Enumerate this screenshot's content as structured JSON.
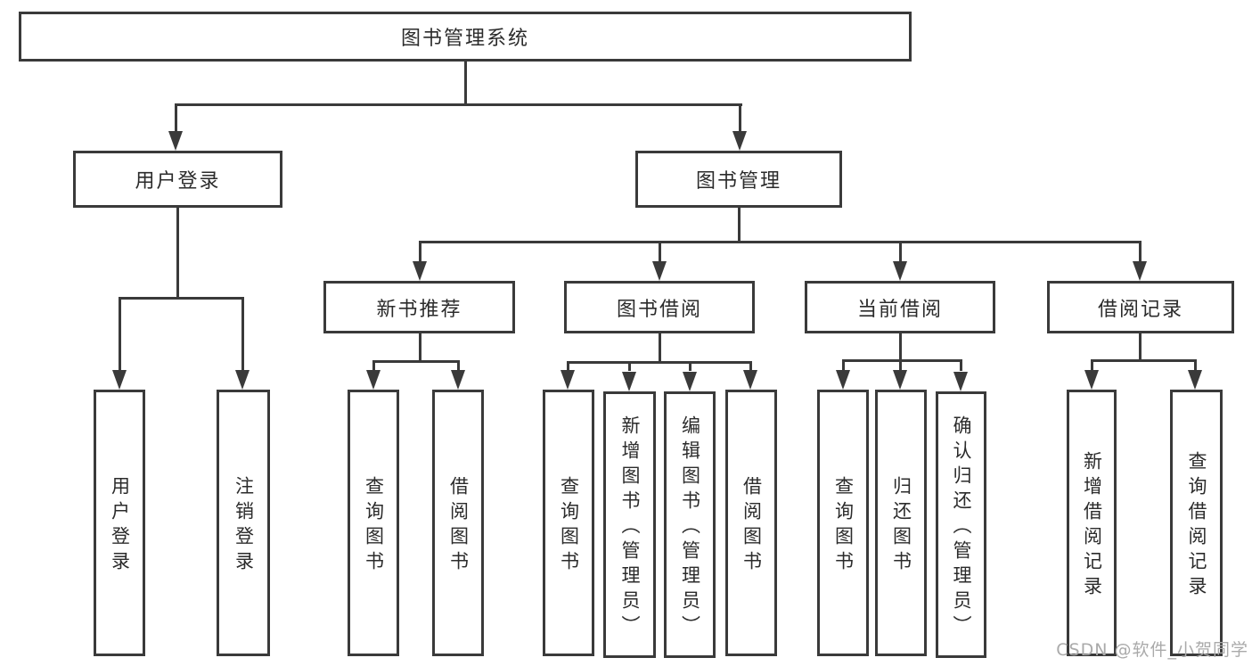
{
  "diagram": {
    "title_note": "functional structure chart",
    "root": {
      "label": "图书管理系统"
    },
    "level2": [
      {
        "label": "用户登录"
      },
      {
        "label": "图书管理"
      }
    ],
    "level3": [
      {
        "label": "新书推荐"
      },
      {
        "label": "图书借阅"
      },
      {
        "label": "当前借阅"
      },
      {
        "label": "借阅记录"
      }
    ],
    "leaves": {
      "user_login": [
        "用户登录",
        "注销登录"
      ],
      "new_books": [
        "查询图书",
        "借阅图书"
      ],
      "book_borrow": [
        "查询图书",
        "新增图书（管理员）",
        "编辑图书（管理员）",
        "借阅图书"
      ],
      "current_borrow": [
        "查询图书",
        "归还图书",
        "确认归还（管理员）"
      ],
      "borrow_records": [
        "新增借阅记录",
        "查询借阅记录"
      ]
    }
  },
  "watermark": {
    "text": "CSDN @软件_小贺同学"
  },
  "colors": {
    "line": "#3a3a3a",
    "text": "#2b2b2b",
    "background": "#ffffff",
    "watermark": "#aaaaaa"
  }
}
